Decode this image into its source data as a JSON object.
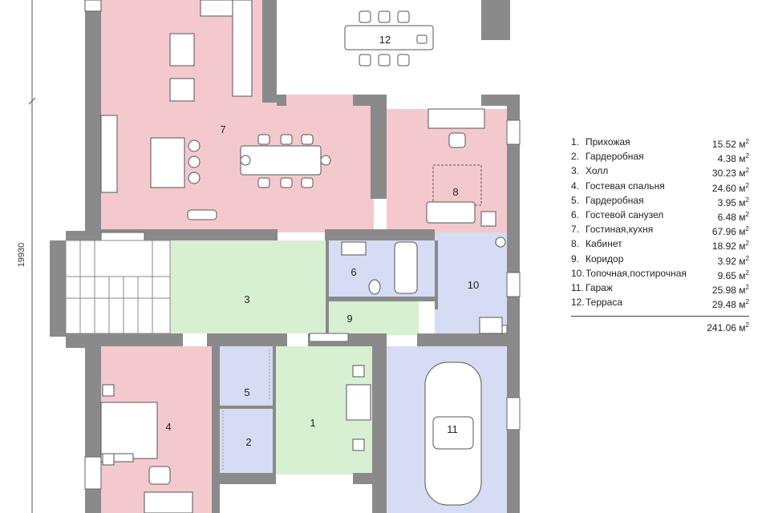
{
  "plan": {
    "dimension_label": "19930",
    "colors": {
      "wall": "#8a8a8a",
      "pink": "#f4c9cd",
      "green": "#d8f0d2",
      "blue": "#d6dcf3",
      "white": "#ffffff",
      "line": "#555555"
    },
    "rooms": [
      {
        "number": "1",
        "name": "Прихожая",
        "area": "15.52",
        "fill": "green"
      },
      {
        "number": "2",
        "name": "Гардеробная",
        "area": "4.38",
        "fill": "blue"
      },
      {
        "number": "3",
        "name": "Холл",
        "area": "30.23",
        "fill": "green"
      },
      {
        "number": "4",
        "name": "Гостевая спальня",
        "area": "24.60",
        "fill": "pink"
      },
      {
        "number": "5",
        "name": "Гардеробная",
        "area": "3.95",
        "fill": "blue"
      },
      {
        "number": "6",
        "name": "Гостевой санузел",
        "area": "6.48",
        "fill": "blue"
      },
      {
        "number": "7",
        "name": "Гостиная,кухня",
        "area": "67.96",
        "fill": "pink"
      },
      {
        "number": "8",
        "name": "Кабинет",
        "area": "18.92",
        "fill": "pink"
      },
      {
        "number": "9",
        "name": "Коридор",
        "area": "3.92",
        "fill": "green"
      },
      {
        "number": "10",
        "name": "Топочная,постирочная",
        "area": "9.65",
        "fill": "blue"
      },
      {
        "number": "11",
        "name": "Гараж",
        "area": "25.98",
        "fill": "blue"
      },
      {
        "number": "12",
        "name": "Терраса",
        "area": "29.48",
        "fill": "white"
      }
    ]
  },
  "legend": {
    "items": [
      {
        "num": "1.",
        "name": "Прихожая",
        "value": "15.52",
        "unit": "м",
        "sup": "2"
      },
      {
        "num": "2.",
        "name": "Гардеробная",
        "value": "4.38",
        "unit": "м",
        "sup": "2"
      },
      {
        "num": "3.",
        "name": "Холл",
        "value": "30.23",
        "unit": "м",
        "sup": "2"
      },
      {
        "num": "4.",
        "name": "Гостевая спальня",
        "value": "24.60",
        "unit": "м",
        "sup": "2"
      },
      {
        "num": "5.",
        "name": "Гардеробная",
        "value": "3.95",
        "unit": "м",
        "sup": "2"
      },
      {
        "num": "6.",
        "name": "Гостевой санузел",
        "value": "6.48",
        "unit": "м",
        "sup": "2"
      },
      {
        "num": "7.",
        "name": "Гостиная,кухня",
        "value": "67.96",
        "unit": "м",
        "sup": "2"
      },
      {
        "num": "8.",
        "name": "Кабинет",
        "value": "18.92",
        "unit": "м",
        "sup": "2"
      },
      {
        "num": "9.",
        "name": "Коридор",
        "value": "3.92",
        "unit": "м",
        "sup": "2"
      },
      {
        "num": "10.",
        "name": "Топочная,постирочная",
        "value": "9.65",
        "unit": "м",
        "sup": "2"
      },
      {
        "num": "11.",
        "name": "Гараж",
        "value": "25.98",
        "unit": "м",
        "sup": "2"
      },
      {
        "num": "12.",
        "name": "Терраса",
        "value": "29.48",
        "unit": "м",
        "sup": "2"
      }
    ],
    "total": {
      "value": "241.06",
      "unit": "м",
      "sup": "2"
    }
  }
}
